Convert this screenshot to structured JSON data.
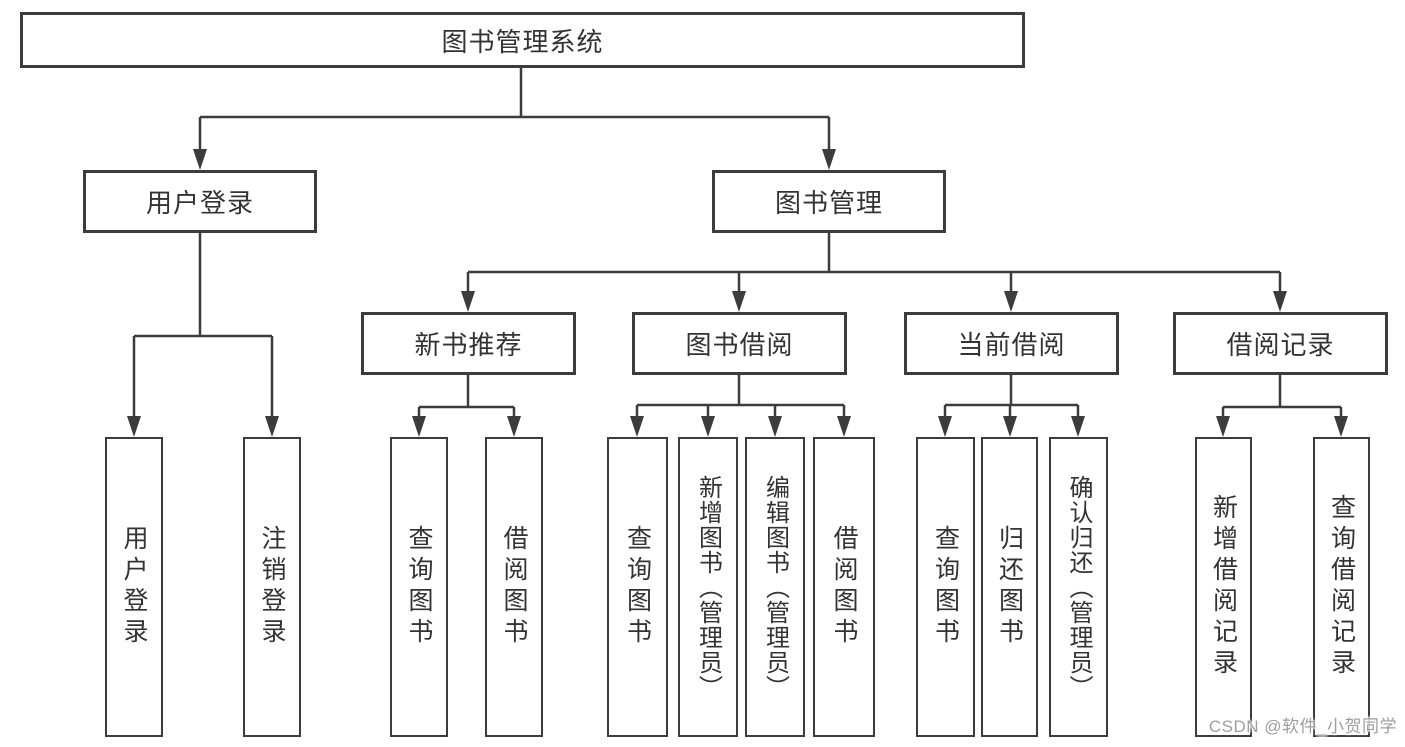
{
  "diagram": {
    "root": {
      "label": "图书管理系统"
    },
    "login": {
      "label": "用户登录",
      "children": [
        {
          "label": "用户登录"
        },
        {
          "label": "注销登录"
        }
      ]
    },
    "management": {
      "label": "图书管理",
      "sections": [
        {
          "label": "新书推荐",
          "children": [
            {
              "label": "查询图书"
            },
            {
              "label": "借阅图书"
            }
          ]
        },
        {
          "label": "图书借阅",
          "children": [
            {
              "label": "查询图书"
            },
            {
              "label": "新增图书（管理员）"
            },
            {
              "label": "编辑图书（管理员）"
            },
            {
              "label": "借阅图书"
            }
          ]
        },
        {
          "label": "当前借阅",
          "children": [
            {
              "label": "查询图书"
            },
            {
              "label": "归还图书"
            },
            {
              "label": "确认归还（管理员）"
            }
          ]
        },
        {
          "label": "借阅记录",
          "children": [
            {
              "label": "新增借阅记录"
            },
            {
              "label": "查询借阅记录"
            }
          ]
        }
      ]
    },
    "watermark": "CSDN @软件_小贺同学"
  },
  "colors": {
    "line": "#3c3c3c",
    "text": "#333333",
    "watermark": "#9e9e9e",
    "background": "#ffffff"
  }
}
